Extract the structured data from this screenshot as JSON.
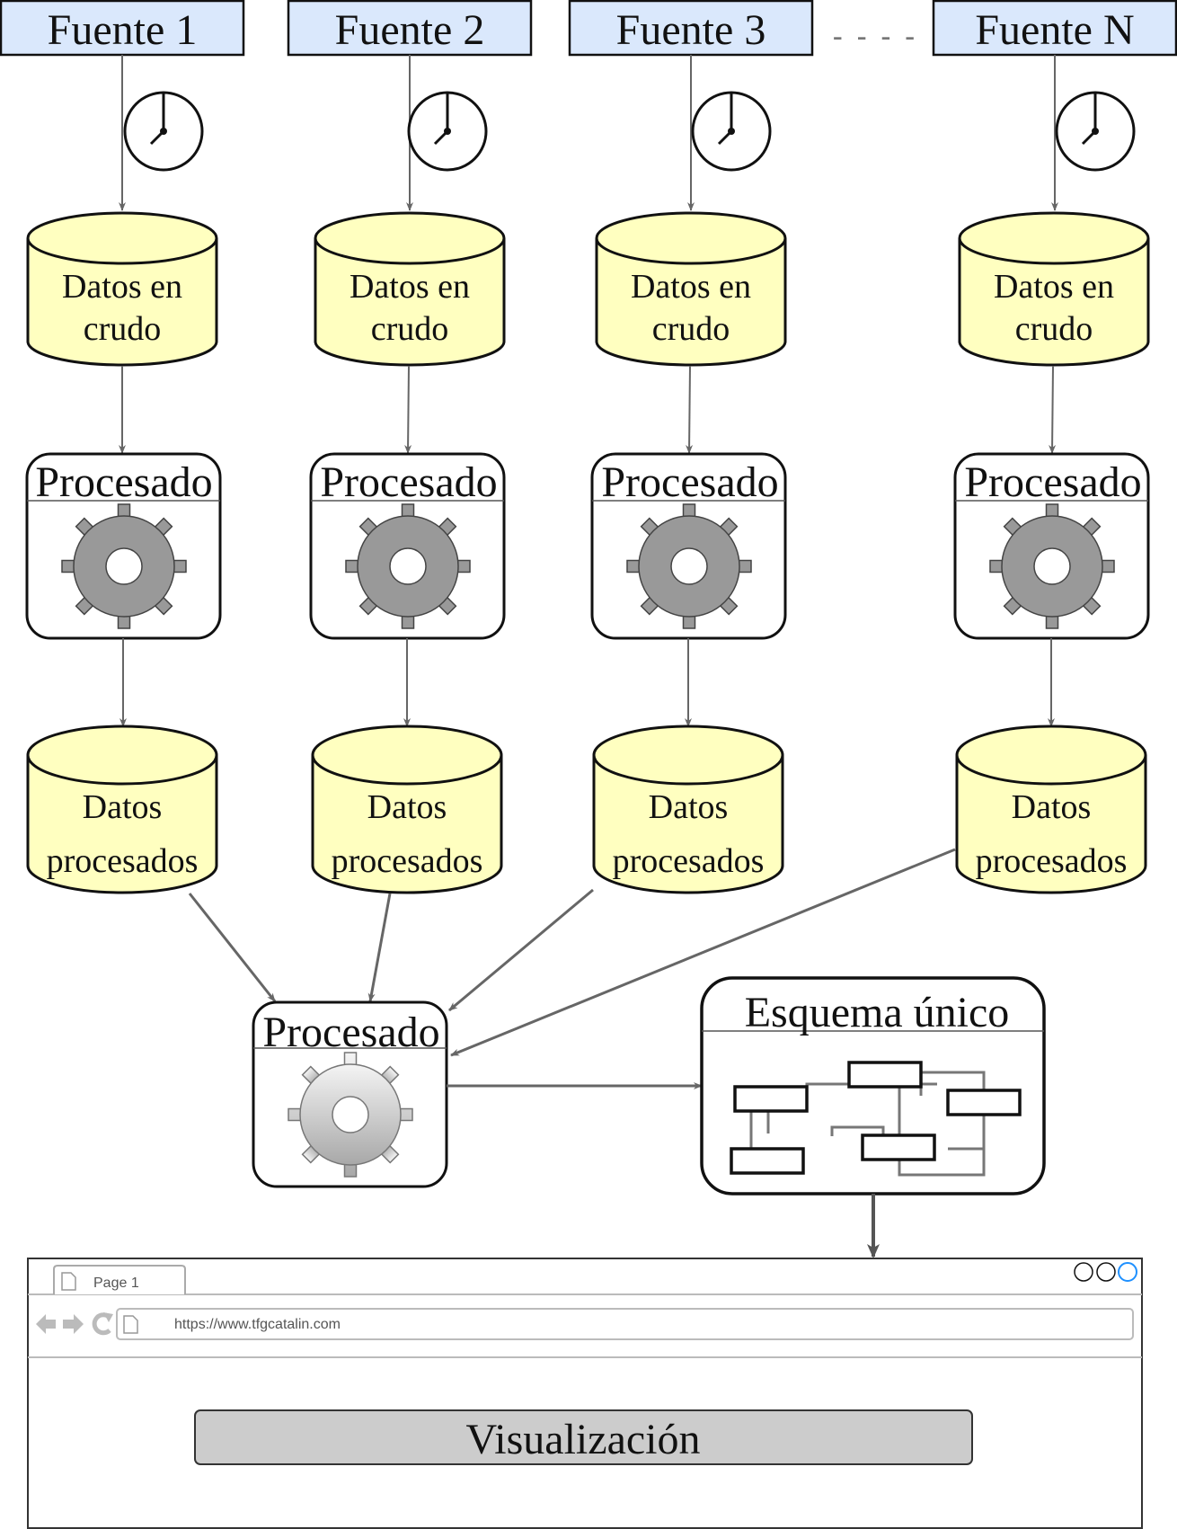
{
  "sources": [
    {
      "label": "Fuente 1",
      "raw_line1": "Datos en",
      "raw_line2": "crudo",
      "process_label": "Procesado",
      "proc_line1": "Datos",
      "proc_line2": "procesados"
    },
    {
      "label": "Fuente 2",
      "raw_line1": "Datos en",
      "raw_line2": "crudo",
      "process_label": "Procesado",
      "proc_line1": "Datos",
      "proc_line2": "procesados"
    },
    {
      "label": "Fuente 3",
      "raw_line1": "Datos en",
      "raw_line2": "crudo",
      "process_label": "Procesado",
      "proc_line1": "Datos",
      "proc_line2": "procesados"
    },
    {
      "label": "Fuente N",
      "raw_line1": "Datos en",
      "raw_line2": "crudo",
      "process_label": "Procesado",
      "proc_line1": "Datos",
      "proc_line2": "procesados"
    }
  ],
  "ellipsis": "- - - -",
  "central_process": {
    "label": "Procesado"
  },
  "schema": {
    "label": "Esquema único"
  },
  "browser": {
    "tab_label": "Page 1",
    "url": "https://www.tfgcatalin.com",
    "content_button": "Visualización"
  },
  "colors": {
    "source_fill": "#dae8fc",
    "db_fill": "#ffffc0",
    "gear_fill": "#999999",
    "arrow": "#666666",
    "button_fill": "#cccccc",
    "window_accent": "#1e90ff"
  },
  "icons": [
    "clock-icon",
    "gear-icon",
    "schema-diagram-icon",
    "back-icon",
    "forward-icon",
    "reload-icon",
    "page-icon"
  ]
}
